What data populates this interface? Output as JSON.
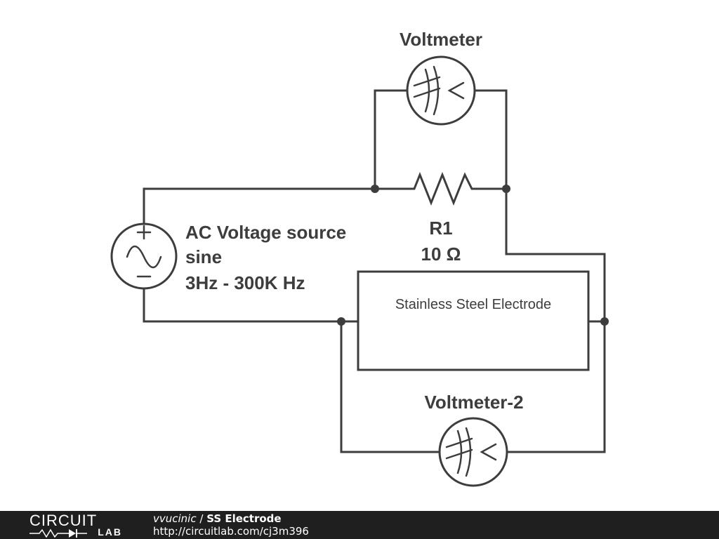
{
  "labels": {
    "voltmeter_top": "Voltmeter",
    "voltmeter_bottom": "Voltmeter-2",
    "source_line1": "AC Voltage source",
    "source_line2": "sine",
    "source_line3": "3Hz - 300K Hz",
    "resistor_name": "R1",
    "resistor_value": "10 Ω",
    "electrode": "Stainless Steel Electrode"
  },
  "footer": {
    "logo_top": "CIRCUIT",
    "logo_bottom": "LAB",
    "author": "vvucinic",
    "separator": " / ",
    "title": "SS Electrode",
    "url": "http://circuitlab.com/cj3m396"
  },
  "icons": {
    "voltmeter": "voltmeter-icon",
    "ac_source": "ac-source-icon",
    "resistor": "resistor-icon",
    "logo": "circuitlab-logo-icon"
  },
  "colors": {
    "ink": "#3d3d3d",
    "footer_bg": "#1f1f1f"
  }
}
